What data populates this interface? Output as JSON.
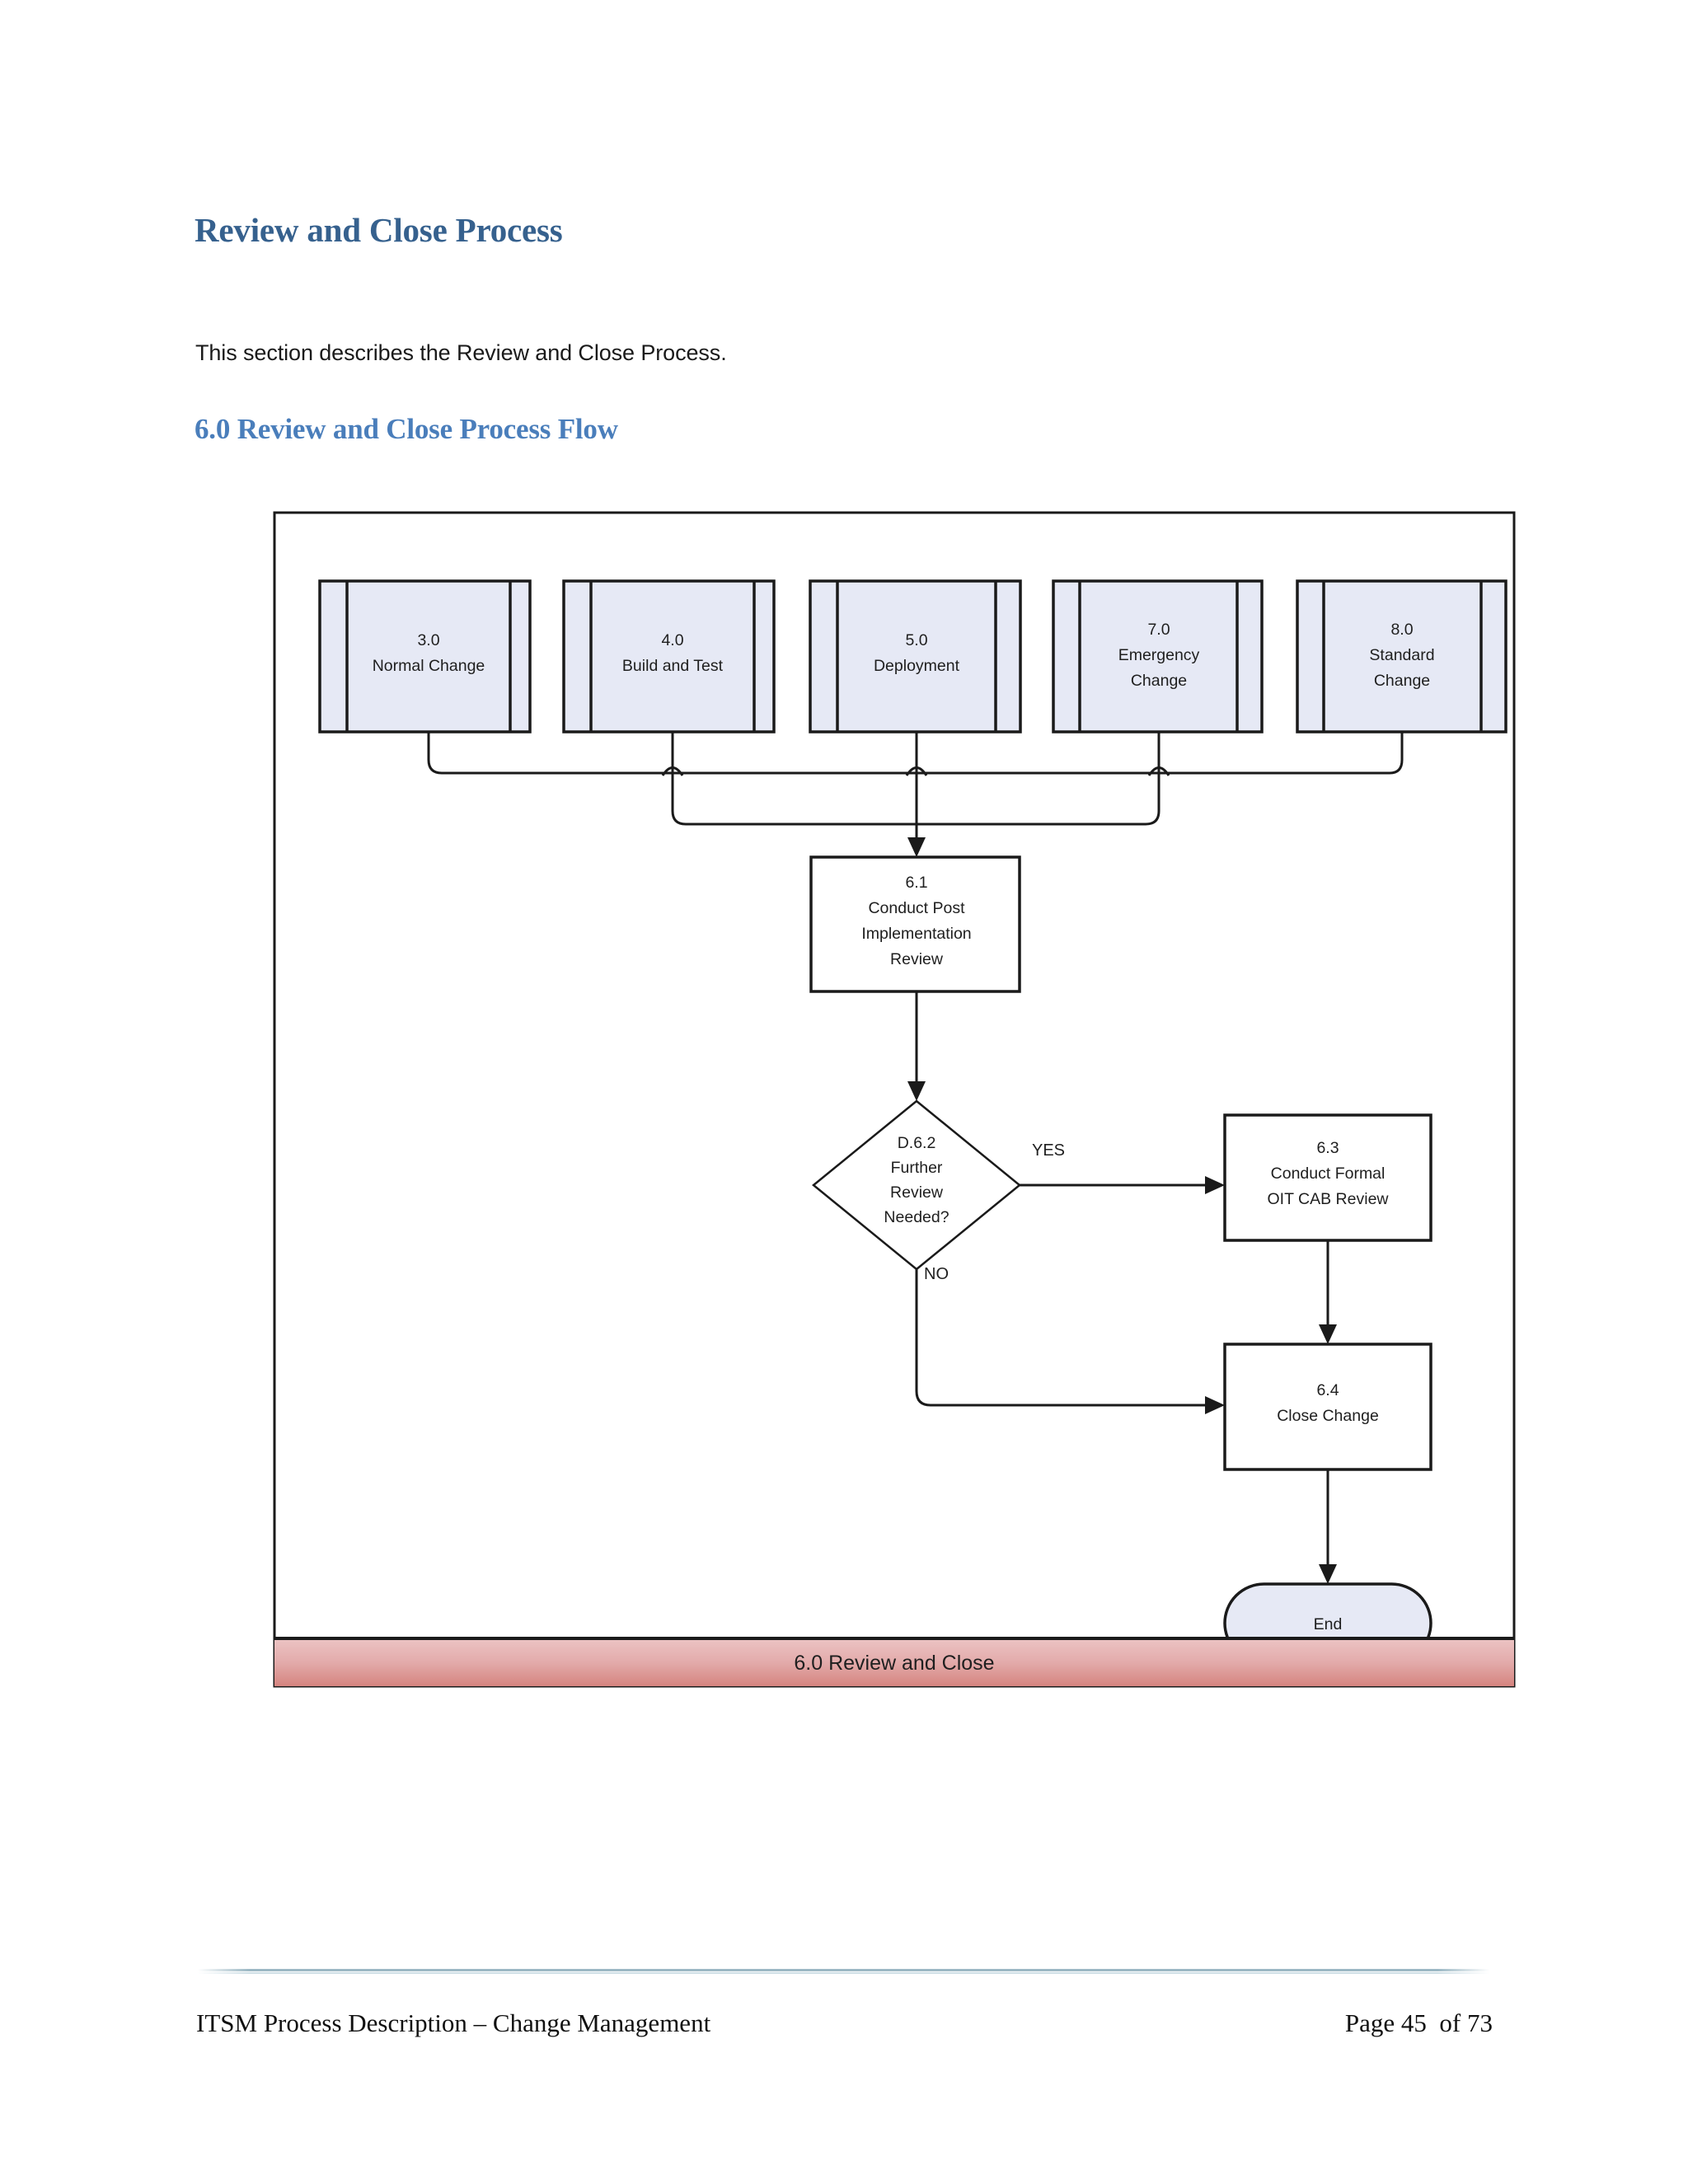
{
  "document": {
    "heading": "Review and Close Process",
    "intro_paragraph": "This section describes the Review and Close Process.",
    "subheading": "6.0 Review and Close Process Flow"
  },
  "footer": {
    "left_text": "ITSM Process Description – Change Management",
    "right_text": "Page 45  of 73"
  },
  "flowchart": {
    "band_label": "6.0 Review and Close",
    "colors": {
      "process_fill": "#e6e9f5",
      "white_fill": "#ffffff",
      "stroke": "#1a1a1a",
      "band_top": "#ecc4c4",
      "band_bottom": "#d5847f"
    },
    "nodes": [
      {
        "id": "3.0",
        "shape": "predefined-process",
        "line1": "3.0",
        "line2": "Normal Change",
        "line3": ""
      },
      {
        "id": "4.0",
        "shape": "predefined-process",
        "line1": "4.0",
        "line2": "Build and Test",
        "line3": ""
      },
      {
        "id": "5.0",
        "shape": "predefined-process",
        "line1": "5.0",
        "line2": "Deployment",
        "line3": ""
      },
      {
        "id": "7.0",
        "shape": "predefined-process",
        "line1": "7.0",
        "line2": "Emergency",
        "line3": "Change"
      },
      {
        "id": "8.0",
        "shape": "predefined-process",
        "line1": "8.0",
        "line2": "Standard",
        "line3": "Change"
      },
      {
        "id": "6.1",
        "shape": "process",
        "line1": "6.1",
        "line2": "Conduct  Post",
        "line3": "Implementation",
        "line4": "Review"
      },
      {
        "id": "D.6.2",
        "shape": "decision",
        "line1": "D.6.2",
        "line2": "Further",
        "line3": "Review",
        "line4": "Needed?"
      },
      {
        "id": "6.3",
        "shape": "process",
        "line1": "6.3",
        "line2": "Conduct Formal",
        "line3": "OIT CAB Review"
      },
      {
        "id": "6.4",
        "shape": "process",
        "line1": "6.4",
        "line2": "Close Change",
        "line3": ""
      },
      {
        "id": "end",
        "shape": "terminator",
        "line1": "End"
      }
    ],
    "edge_labels": {
      "yes": "YES",
      "no": "NO"
    }
  }
}
